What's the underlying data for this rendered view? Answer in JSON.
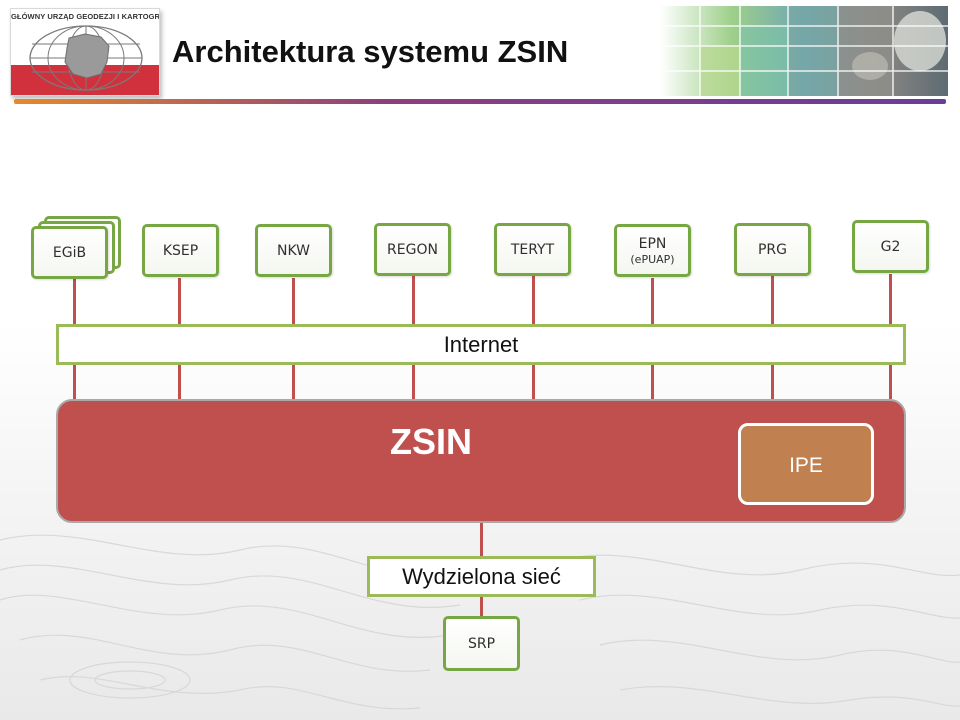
{
  "header": {
    "logo_text": "GŁÓWNY URZĄD GEODEZJI I KARTOGRAFII",
    "title": "Architektura systemu ZSIN"
  },
  "sources": [
    {
      "label": "EGiB",
      "sub": ""
    },
    {
      "label": "KSEP",
      "sub": ""
    },
    {
      "label": "NKW",
      "sub": ""
    },
    {
      "label": "REGON",
      "sub": ""
    },
    {
      "label": "TERYT",
      "sub": ""
    },
    {
      "label": "EPN",
      "sub": "(ePUAP)"
    },
    {
      "label": "PRG",
      "sub": ""
    },
    {
      "label": "G2",
      "sub": ""
    }
  ],
  "internet": {
    "label": "Internet"
  },
  "zsin": {
    "label": "ZSIN",
    "module": "IPE"
  },
  "private_network": {
    "label": "Wydzielona sieć"
  },
  "srp": {
    "label": "SRP"
  },
  "colors": {
    "box_border": "#77a743",
    "connector": "#c0504d",
    "zsin_fill": "#c0504d",
    "ipe_fill": "#c0804f",
    "logo_red": "#d0313d"
  }
}
